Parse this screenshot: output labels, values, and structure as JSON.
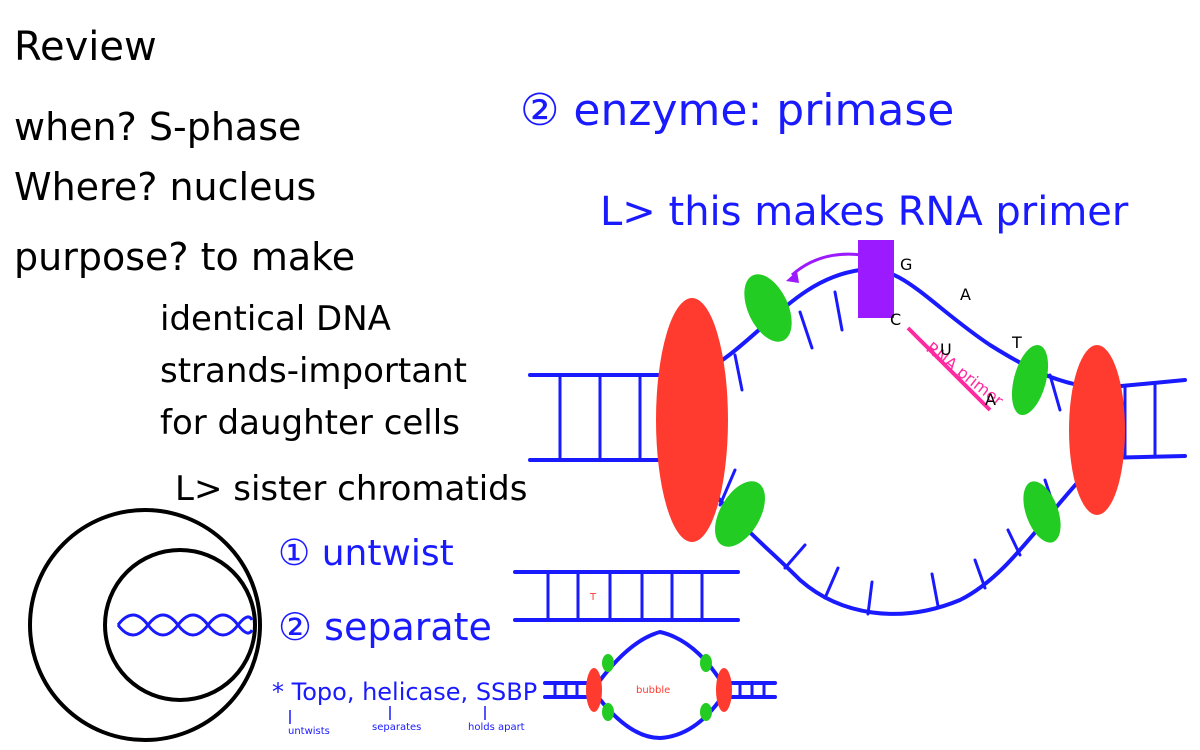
{
  "notes": {
    "title": "Review",
    "when": "when? S-phase",
    "where": "Where? nucleus",
    "purpose": "purpose? to make",
    "purpose_line2": "identical DNA",
    "purpose_line3": "strands-important",
    "purpose_line4": "for daughter cells",
    "sister": "L> sister chromatids"
  },
  "steps": {
    "step1": "① untwist",
    "step2": "② separate",
    "enzymes": "* Topo, helicase, SSBP",
    "topo_note": "untwists",
    "helicase_note": "separates",
    "ssbp_note": "holds apart"
  },
  "primase": {
    "heading": "② enzyme: primase",
    "subheading": "L> this makes RNA primer",
    "rna_primer_label": "RNA primer",
    "bases": [
      "G",
      "A",
      "C",
      "T",
      "U",
      "A"
    ]
  },
  "small_diagram": {
    "bubble_label": "bubble",
    "rung_label": "T"
  },
  "colors": {
    "ink": "#000000",
    "blue": "#1a1aff",
    "red": "#ff3b30",
    "green": "#22cc22",
    "purple": "#9b1aff",
    "pink": "#ff2aa0"
  }
}
